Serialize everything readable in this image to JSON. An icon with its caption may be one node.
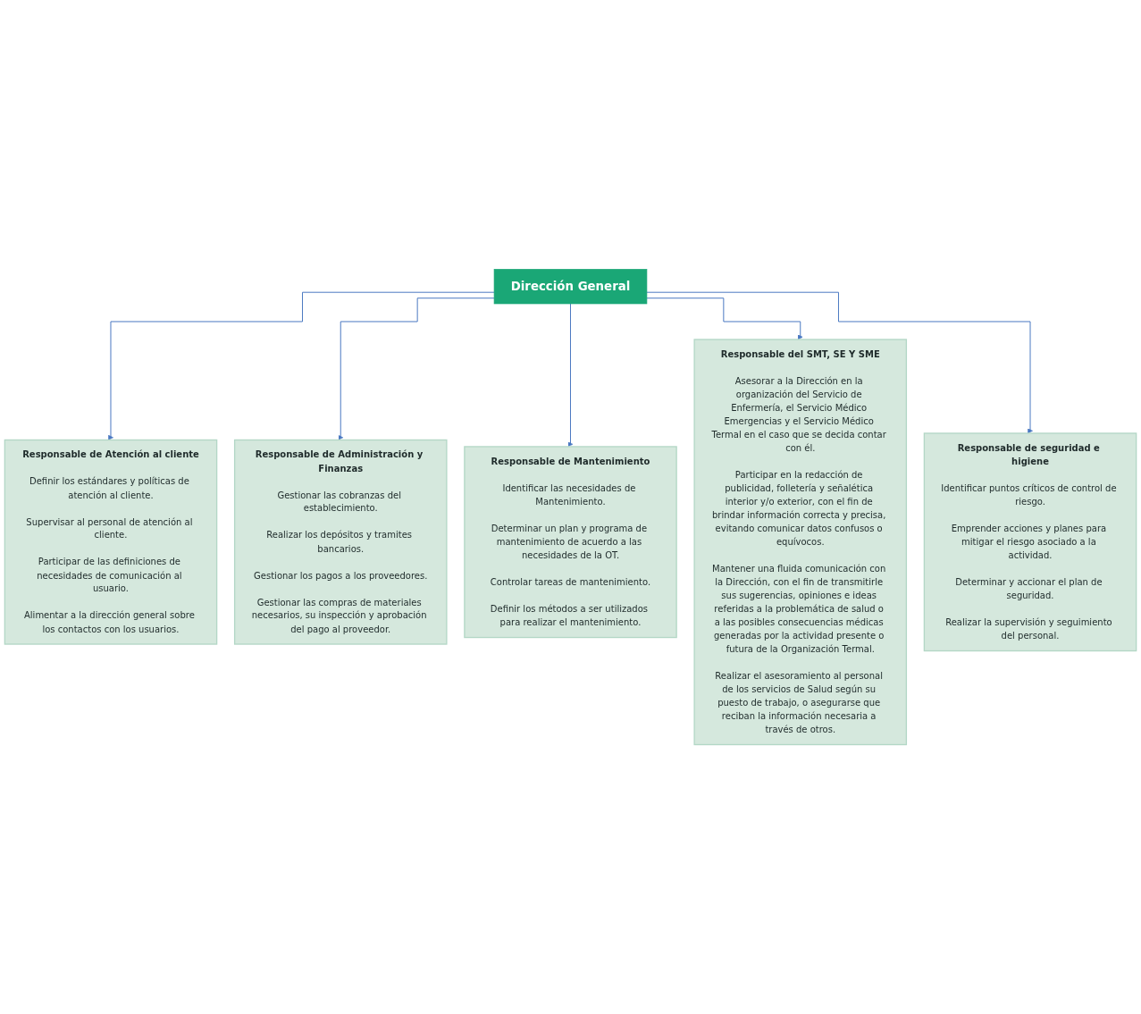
{
  "diagram": {
    "nodes": [
      {
        "text": [
          "Dirección General"
        ]
      },
      {
        "text": [
          "Responsable de Atención al cliente",
          "Definir los estándares y políticas de atención al cliente.",
          "Supervisar al personal de atención al cliente.",
          "Participar de las definiciones de necesidades de comunicación al usuario.",
          "Alimentar a la dirección general sobre los contactos con los usuarios."
        ]
      },
      {
        "text": [
          "Responsable de Mantenimiento",
          "Identificar las necesidades de Mantenimiento.",
          "Determinar un plan y programa de mantenimiento de acuerdo a las necesidades de la OT.",
          "Controlar tareas de mantenimiento.",
          "Definir los métodos a ser utilizados para realizar el mantenimiento."
        ]
      },
      {
        "text": [
          "Responsable de Administración y Finanzas",
          "Gestionar las cobranzas del establecimiento.",
          "Realizar los depósitos y tramites bancarios.",
          "Gestionar los pagos a los proveedores.",
          "Gestionar las compras de materiales necesarios, su inspección y aprobación del pago al proveedor."
        ]
      },
      {
        "text": [
          "Responsable del SMT, SE Y SME",
          "Asesorar a la Dirección en la organización del Servicio de Enfermería, el Servicio Médico Emergencias y el Servicio Médico Termal en el caso que se decida contar con él.",
          "Participar en la redacción de publicidad, folletería y señalética interior y/o exterior, con el fin de brindar información correcta y precisa, evitando comunicar datos confusos o equívocos.",
          "Mantener una fluida comunicación con la Dirección, con el fin de transmitirle sus sugerencias, opiniones e ideas referidas a la problemática de salud o a las posibles consecuencias médicas generadas por la actividad presente o futura de la Organización Termal.",
          "Realizar el asesoramiento al personal de los servicios de Salud según su puesto de trabajo, o asegurarse que reciban la información necesaria a través de otros."
        ]
      },
      {
        "text": [
          "Responsable de seguridad e higiene",
          "Identificar puntos críticos de control de riesgo.",
          "Emprender acciones y planes para mitigar el riesgo asociado a la actividad.",
          "Determinar y accionar el plan de seguridad.",
          "Realizar la supervisión y seguimiento del personal."
        ]
      }
    ],
    "edges": [
      {
        "from": 0,
        "to": 1,
        "arrow": "to"
      },
      {
        "from": 0,
        "to": 3,
        "arrow": "to"
      },
      {
        "from": 0,
        "to": 2,
        "arrow": "to"
      },
      {
        "from": 0,
        "to": 4,
        "arrow": "to"
      },
      {
        "from": 0,
        "to": 5,
        "arrow": "to"
      }
    ]
  }
}
